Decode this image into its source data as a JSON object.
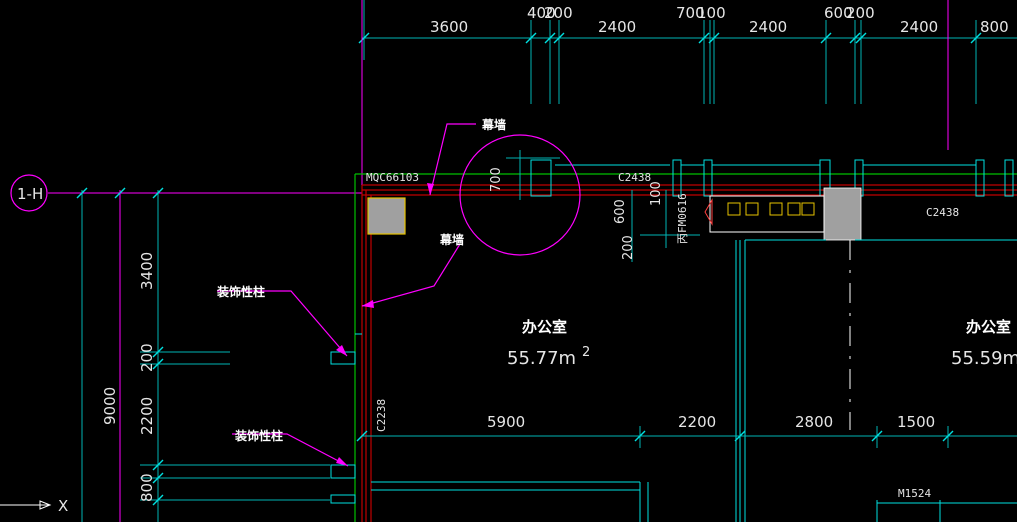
{
  "colors": {
    "background": "#000000",
    "dimension_line": "#00b5b5",
    "magenta": "#ff00ff",
    "wall_red": "#c00000",
    "green": "#00c000",
    "cyan": "#00e0e0",
    "yellow": "#e6c200",
    "gray": "#a0a0a0",
    "text": "#e6e6e6"
  },
  "top_dimensions": {
    "labels": [
      "3600",
      "400",
      "200",
      "2400",
      "700",
      "100",
      "2400",
      "600",
      "200",
      "2400",
      "800"
    ]
  },
  "left_dimensions": {
    "labels": [
      "3400",
      "200",
      "2200",
      "800"
    ],
    "total": "9000"
  },
  "axis_tag": "1-H",
  "axis_indicator": "X",
  "annotations": {
    "curtain_wall_1": "幕墙",
    "curtain_wall_2": "幕墙",
    "decor_column_1": "装饰性柱",
    "decor_column_2": "装饰性柱"
  },
  "tags": {
    "mqc": "MQC66103",
    "c2438_a": "C2438",
    "c2438_b": "C2438",
    "c2238": "C2238",
    "fm": "丙FM0616",
    "m1524": "M1524",
    "d700": "700",
    "d600": "600",
    "d100": "100",
    "d200": "200"
  },
  "rooms": [
    {
      "name": "办公室",
      "area": "55.77m",
      "sup": "2"
    },
    {
      "name": "办公室",
      "area": "55.59m"
    }
  ],
  "bottom_dimensions": {
    "labels": [
      "5900",
      "2200",
      "2800",
      "1500"
    ]
  }
}
